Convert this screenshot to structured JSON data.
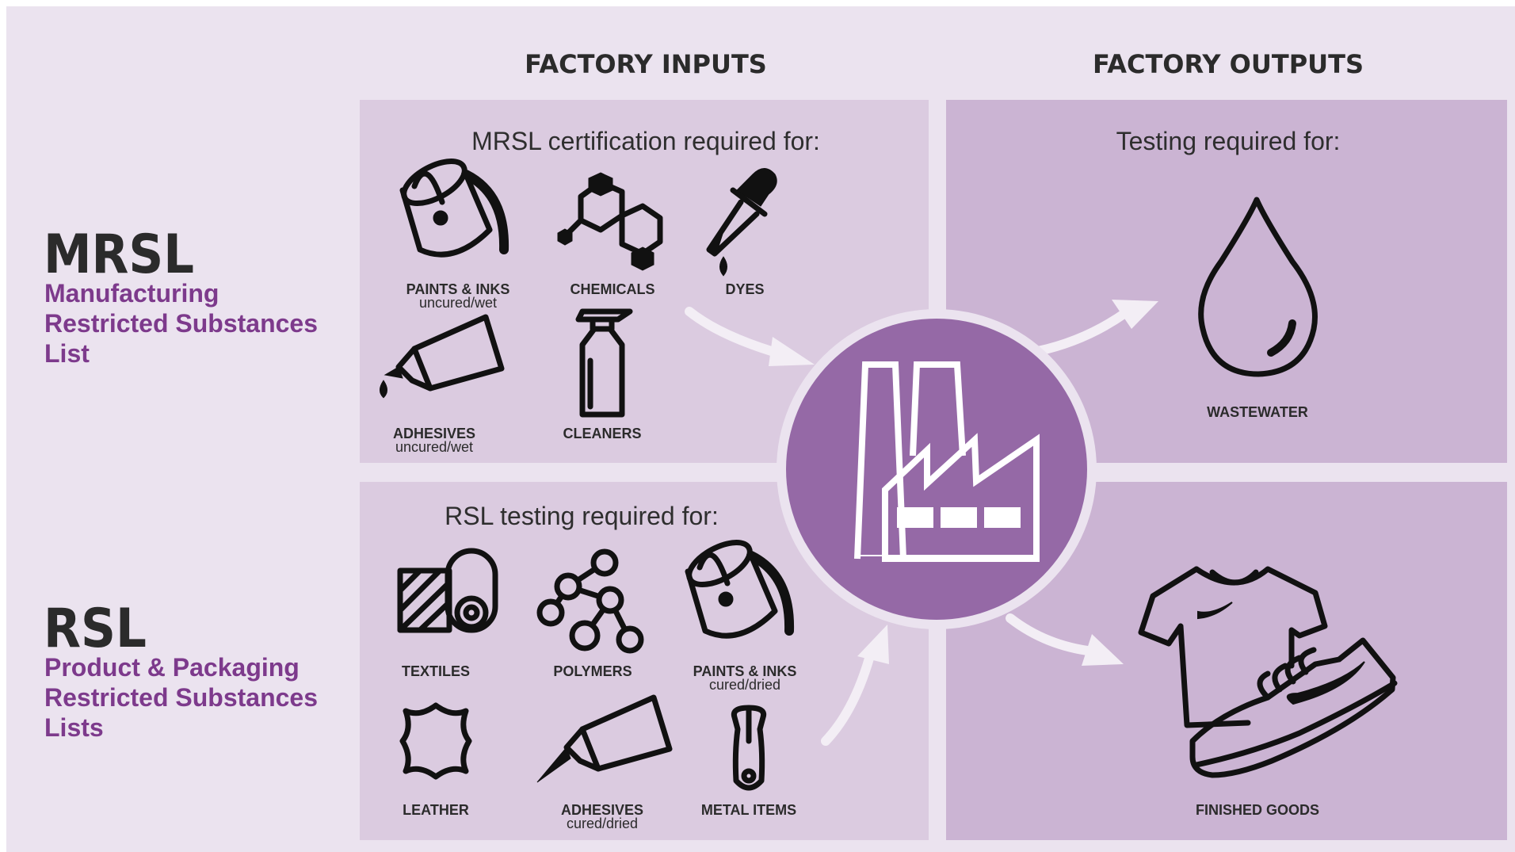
{
  "headers": {
    "inputs": "FACTORY INPUTS",
    "outputs": "FACTORY OUTPUTS"
  },
  "mrsl": {
    "acronym": "MRSL",
    "line1": "Manufacturing",
    "line2": "Restricted Substances",
    "line3": "List"
  },
  "rsl": {
    "acronym": "RSL",
    "line1": "Product & Packaging",
    "line2": "Restricted Substances",
    "line3": "Lists"
  },
  "panels": {
    "mrsl_inputs_title": "MRSL certification required for:",
    "outputs_top_title": "Testing required for:",
    "rsl_inputs_title": "RSL testing required for:"
  },
  "items": {
    "paints_wet": {
      "label": "PAINTS & INKS",
      "sub": "uncured/wet",
      "icon": "paint-bucket-icon"
    },
    "chemicals": {
      "label": "CHEMICALS",
      "icon": "molecule-icon"
    },
    "dyes": {
      "label": "DYES",
      "icon": "dropper-icon"
    },
    "adhesives_wet": {
      "label": "ADHESIVES",
      "sub": "uncured/wet",
      "icon": "glue-bottle-icon"
    },
    "cleaners": {
      "label": "CLEANERS",
      "icon": "spray-bottle-icon"
    },
    "wastewater": {
      "label": "WASTEWATER",
      "icon": "water-drop-icon"
    },
    "textiles": {
      "label": "TEXTILES",
      "icon": "fabric-roll-icon"
    },
    "polymers": {
      "label": "POLYMERS",
      "icon": "polymer-chain-icon"
    },
    "paints_dried": {
      "label": "PAINTS & INKS",
      "sub": "cured/dried",
      "icon": "paint-bucket-icon"
    },
    "leather": {
      "label": "LEATHER",
      "icon": "leather-hide-icon"
    },
    "adhesives_dried": {
      "label": "ADHESIVES",
      "sub": "cured/dried",
      "icon": "glue-bottle-icon"
    },
    "metal_items": {
      "label": "METAL ITEMS",
      "icon": "zipper-pull-icon"
    },
    "finished_goods": {
      "label": "FINISHED GOODS",
      "icon": "shirt-and-shoe-icon"
    }
  },
  "center": {
    "icon": "factory-icon"
  },
  "colors": {
    "page_bg": "#ebe3ef",
    "panel_inputs": "#dbcbe0",
    "panel_outputs": "#cbb4d3",
    "factory_circle": "#9569a6",
    "accent_purple": "#7d3a8c"
  }
}
